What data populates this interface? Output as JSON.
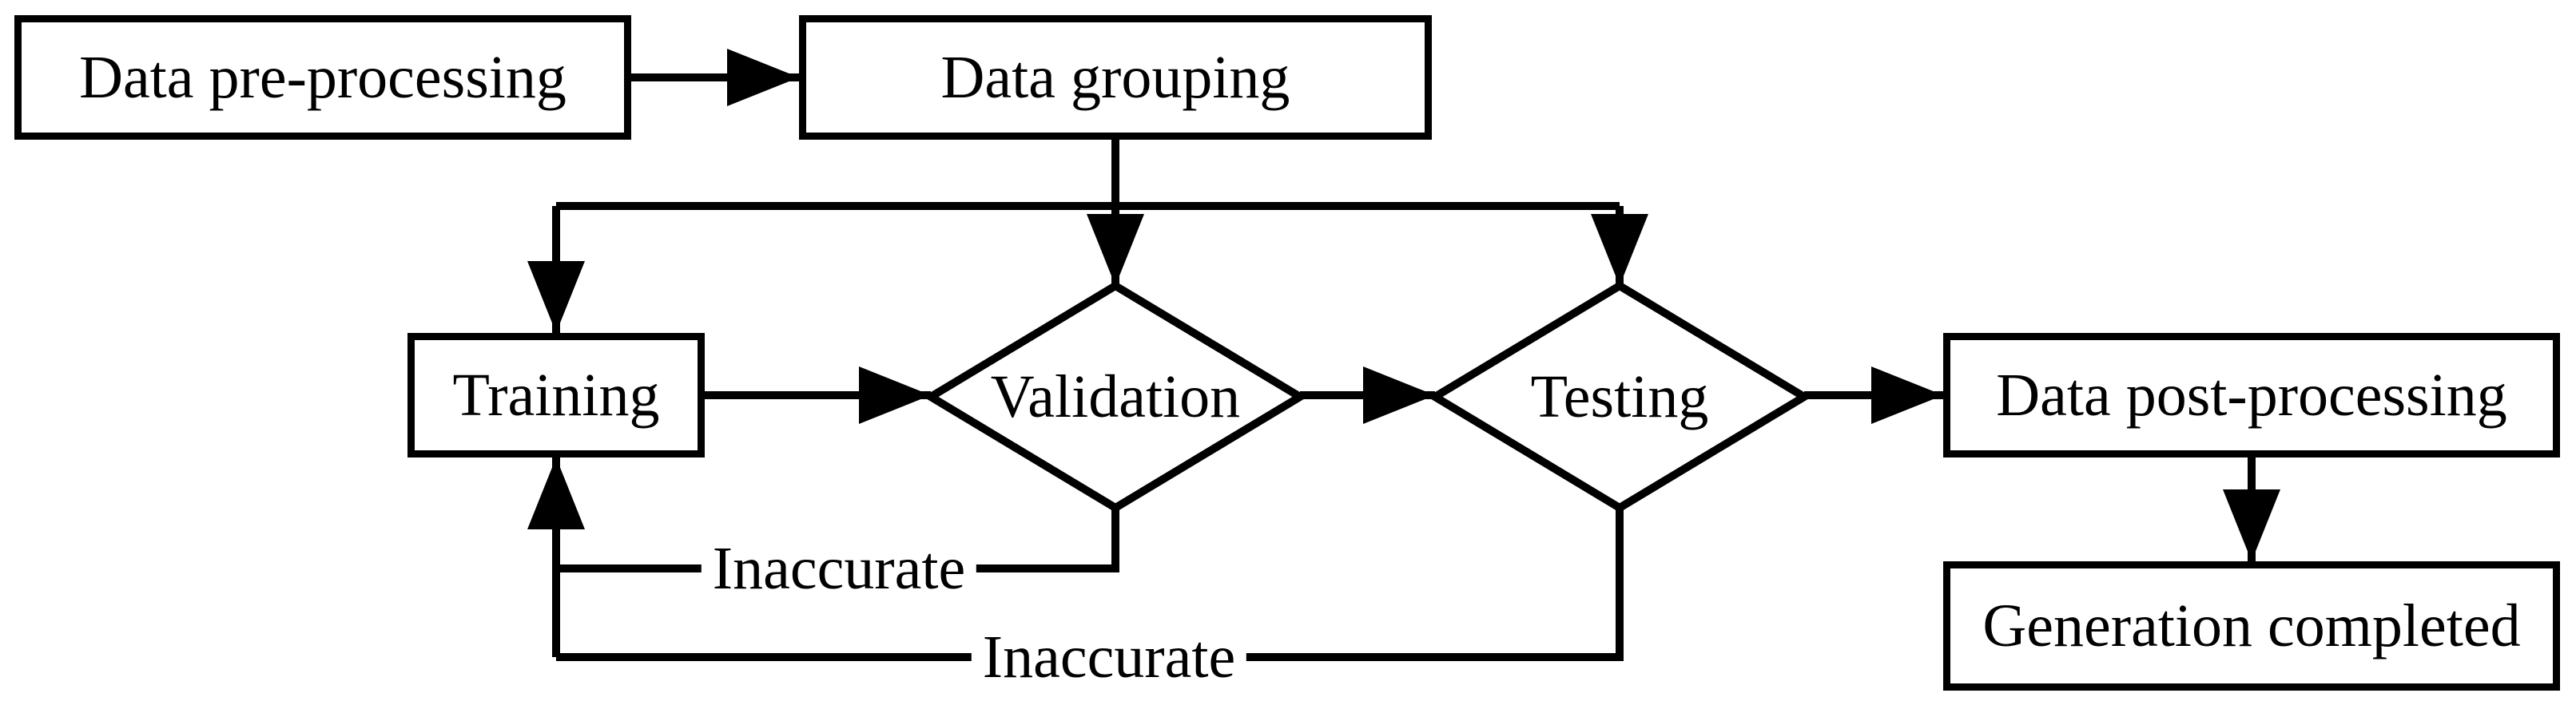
{
  "diagram": {
    "type": "flowchart",
    "colors": {
      "line": "#000000",
      "node_fill": "#ffffff",
      "background": "#ffffff",
      "text": "#000000"
    },
    "nodes": [
      {
        "id": "pre",
        "label": "Data pre-processing",
        "shape": "rectangle"
      },
      {
        "id": "grouping",
        "label": "Data grouping",
        "shape": "rectangle"
      },
      {
        "id": "training",
        "label": "Training",
        "shape": "rectangle"
      },
      {
        "id": "validation",
        "label": "Validation",
        "shape": "diamond"
      },
      {
        "id": "testing",
        "label": "Testing",
        "shape": "diamond"
      },
      {
        "id": "post",
        "label": "Data post-processing",
        "shape": "rectangle"
      },
      {
        "id": "completed",
        "label": "Generation completed",
        "shape": "rectangle"
      }
    ],
    "edges": [
      {
        "from": "Data pre-processing",
        "to": "Data grouping",
        "label": ""
      },
      {
        "from": "Data grouping",
        "to": "Validation",
        "label": ""
      },
      {
        "from": "Data grouping",
        "to": "Training",
        "label": ""
      },
      {
        "from": "Data grouping",
        "to": "Testing",
        "label": ""
      },
      {
        "from": "Training",
        "to": "Validation",
        "label": ""
      },
      {
        "from": "Validation",
        "to": "Testing",
        "label": ""
      },
      {
        "from": "Testing",
        "to": "Data post-processing",
        "label": ""
      },
      {
        "from": "Data post-processing",
        "to": "Generation completed",
        "label": ""
      },
      {
        "from": "Validation",
        "to": "Training",
        "label": "Inaccurate"
      },
      {
        "from": "Testing",
        "to": "Training",
        "label": "Inaccurate"
      }
    ]
  }
}
